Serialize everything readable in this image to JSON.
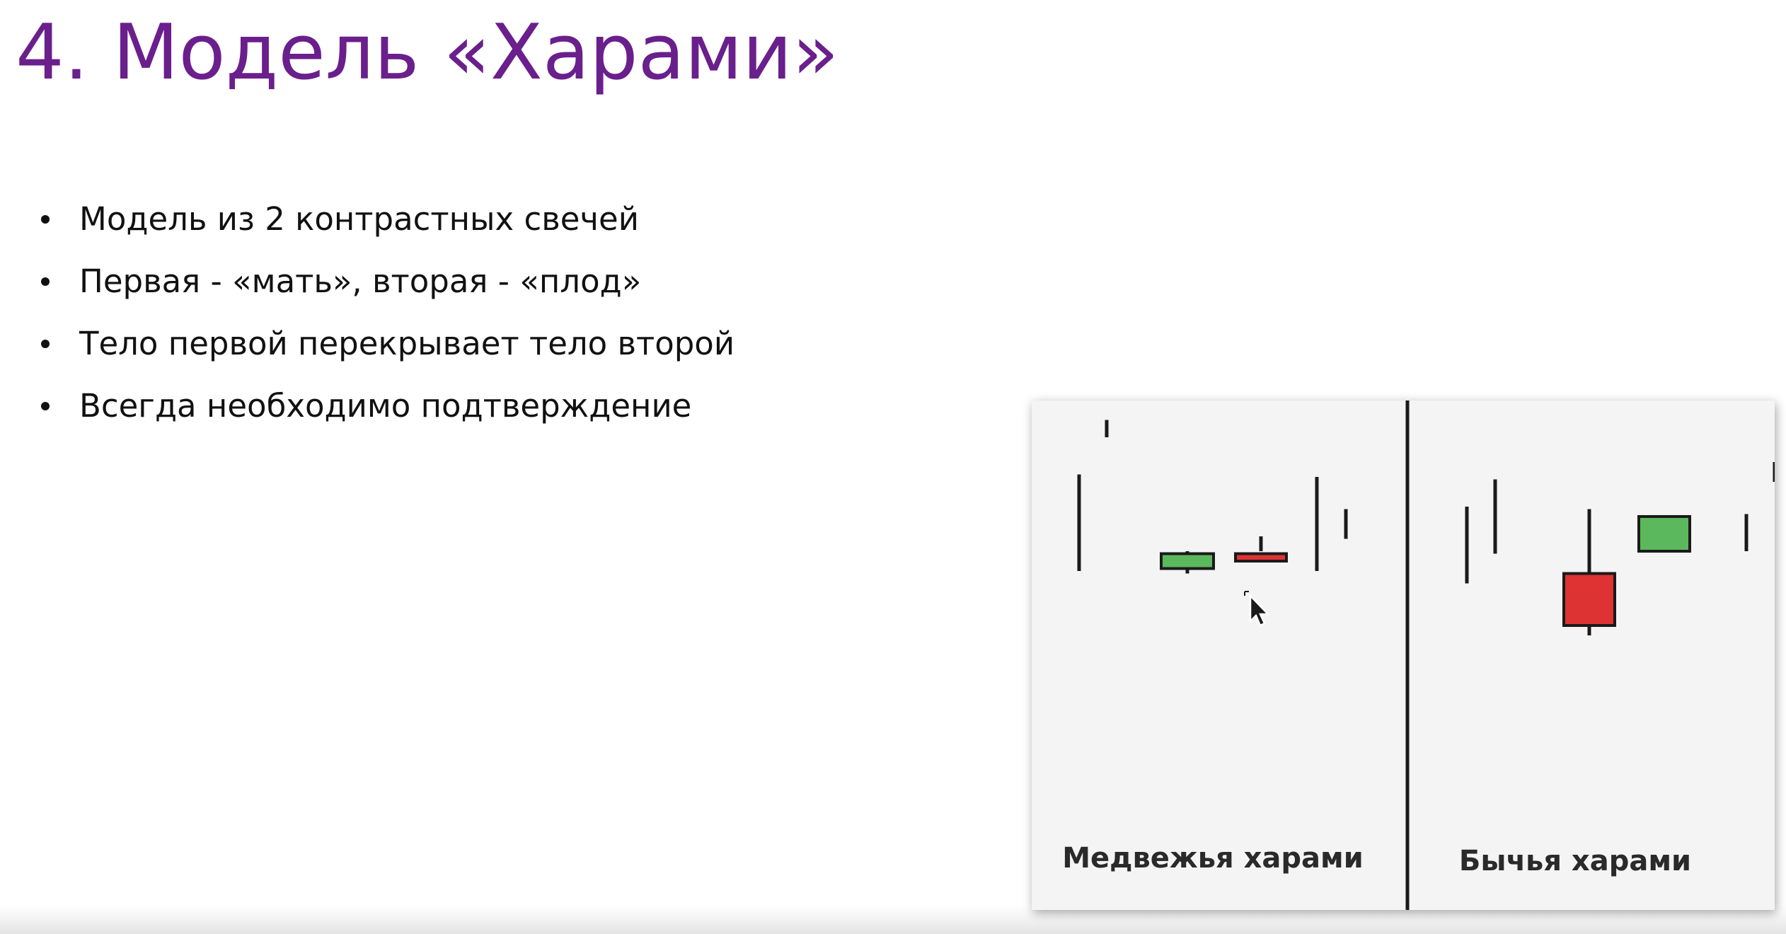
{
  "slide": {
    "title": "4. Модель «Харами»",
    "bullets": [
      "Модель из 2 контрастных свечей",
      "Первая - «мать», вторая - «плод»",
      "Тело первой перекрывает тело второй",
      "Всегда необходимо подтверждение"
    ]
  },
  "colors": {
    "title": "#6a1f8c",
    "bullish_body": "#5cb85c",
    "bearish_body": "#dd3333",
    "outline": "#1a1a1a"
  },
  "figure": {
    "panels": [
      {
        "label": "Медвежья харами"
      },
      {
        "label": "Бычья харами"
      }
    ]
  },
  "chart_data": {
    "type": "candlestick",
    "panels": [
      {
        "name": "Медвежья харами",
        "candles": [
          {
            "kind": "wick",
            "high": 73,
            "low": 34
          },
          {
            "kind": "wick",
            "high": 95,
            "low": 88
          },
          {
            "kind": "candle",
            "direction": "bullish",
            "high": 42,
            "low": 33,
            "open": 35,
            "close": 41
          },
          {
            "kind": "candle",
            "direction": "bearish",
            "high": 42,
            "low": 48,
            "open": 38,
            "close": 41
          },
          {
            "kind": "wick",
            "high": 34,
            "low": 72
          },
          {
            "kind": "wick",
            "high": 47,
            "low": 59
          }
        ]
      },
      {
        "name": "Бычья харами",
        "candles": [
          {
            "kind": "wick",
            "high": 29,
            "low": 60
          },
          {
            "kind": "wick",
            "high": 41,
            "low": 71
          },
          {
            "kind": "candle",
            "direction": "bearish",
            "high": 59,
            "low": 8,
            "open": 33,
            "close": 12
          },
          {
            "kind": "candle",
            "direction": "bullish",
            "high": 50,
            "low": 44,
            "open": 56,
            "close": 42
          },
          {
            "kind": "wick",
            "high": 42,
            "low": 57
          },
          {
            "kind": "wick",
            "high": 70,
            "low": 78
          }
        ]
      }
    ]
  }
}
